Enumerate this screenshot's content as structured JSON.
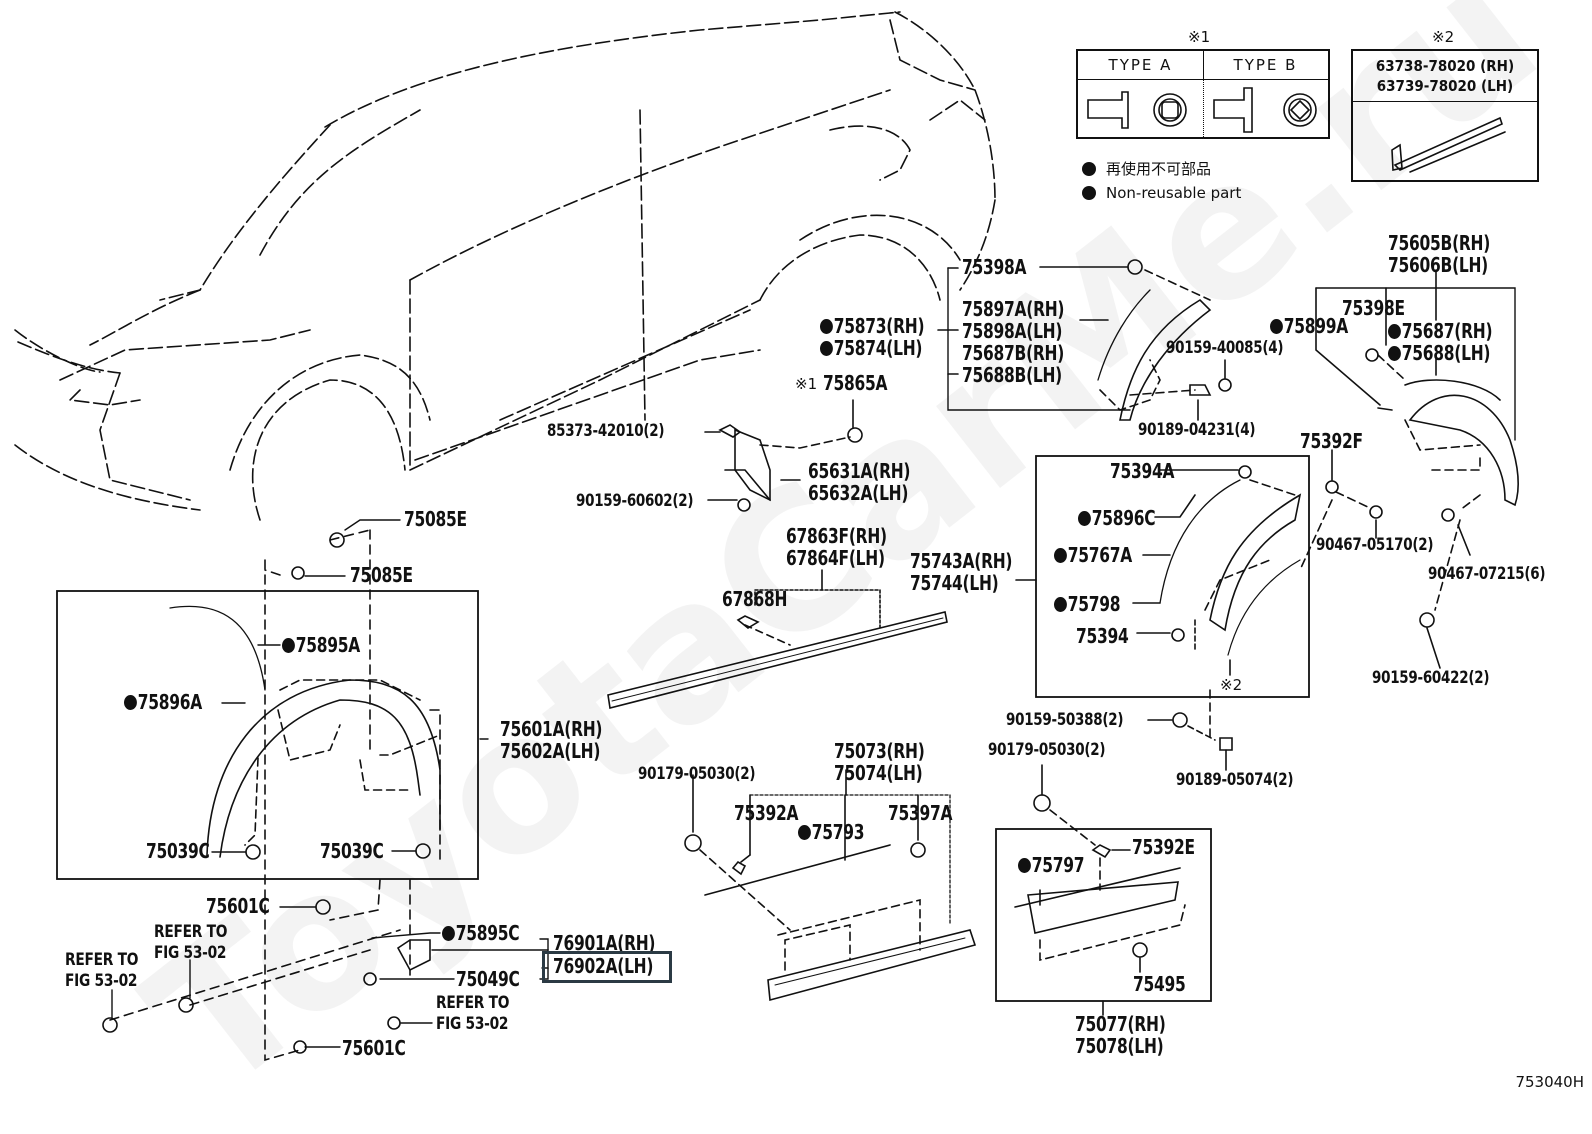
{
  "diagram": {
    "figure_id": "753040H",
    "watermark": "ToyotaCarMe.ru",
    "highlight_color": "#2b3a44",
    "legend": {
      "note1_marker": "※1",
      "note2_marker": "※2",
      "type_a": "TYPE  A",
      "type_b": "TYPE  B",
      "note2_parts": [
        "63738-78020 (RH)",
        "63739-78020 (LH)"
      ],
      "non_reusable_jp": "再使用不可部品",
      "non_reusable_en": "Non-reusable part"
    },
    "labels": {
      "p75398A": "75398A",
      "p75897A": "75897A(RH)",
      "p75898A": "75898A(LH)",
      "p75687B": "75687B(RH)",
      "p75688B": "75688B(LH)",
      "p75873": "75873(RH)",
      "p75874": "75874(LH)",
      "p75865A": "75865A",
      "p75865A_note": "※1",
      "p85373": "85373-42010(2)",
      "p65631A": "65631A(RH)",
      "p65632A": "65632A(LH)",
      "p90159_60602": "90159-60602(2)",
      "p67863F": "67863F(RH)",
      "p67864F": "67864F(LH)",
      "p67868H": "67868H",
      "p75743A": "75743A(RH)",
      "p75744": "75744(LH)",
      "p75605B": "75605B(RH)",
      "p75606B": "75606B(LH)",
      "p75398E": "75398E",
      "p75899A": "75899A",
      "p75687": "75687(RH)",
      "p75688": "75688(LH)",
      "p90159_40085": "90159-40085(4)",
      "p90189_04231": "90189-04231(4)",
      "p75392F": "75392F",
      "p75394A": "75394A",
      "p75896C": "75896C",
      "p75767A": "75767A",
      "p75798": "75798",
      "p75394": "75394",
      "p75394_note": "※2",
      "p90467_05170": "90467-05170(2)",
      "p90467_07215": "90467-07215(6)",
      "p90159_60422": "90159-60422(2)",
      "p90159_50388": "90159-50388(2)",
      "p90179_05030_r": "90179-05030(2)",
      "p90189_05074": "90189-05074(2)",
      "p75392E": "75392E",
      "p75797": "75797",
      "p75495": "75495",
      "p75077": "75077(RH)",
      "p75078": "75078(LH)",
      "p75073": "75073(RH)",
      "p75074": "75074(LH)",
      "p90179_05030_l": "90179-05030(2)",
      "p75392A": "75392A",
      "p75793": "75793",
      "p75397A": "75397A",
      "p75085E_1": "75085E",
      "p75085E_2": "75085E",
      "p75895A": "75895A",
      "p75896A": "75896A",
      "p75601A": "75601A(RH)",
      "p75602A": "75602A(LH)",
      "p75039C_1": "75039C",
      "p75039C_2": "75039C",
      "p75601C_1": "75601C",
      "p75601C_2": "75601C",
      "p75895C": "75895C",
      "p76901A": "76901A(RH)",
      "p76902A": "76902A(LH)",
      "p75049C": "75049C",
      "refer_1": "REFER TO\nFIG 53-02",
      "refer_2": "REFER TO\nFIG 53-02",
      "refer_3": "REFER TO\nFIG 53-02"
    }
  }
}
